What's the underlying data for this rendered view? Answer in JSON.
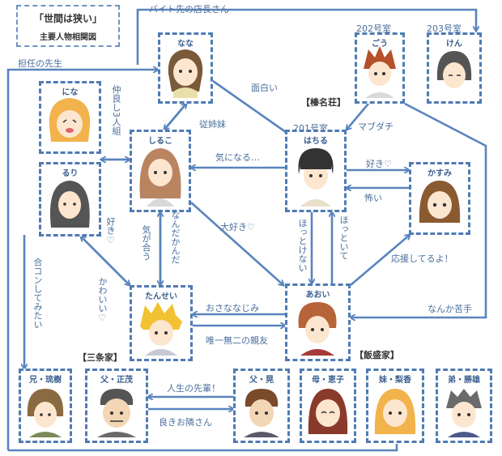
{
  "header": {
    "title": "「世間は狭い」",
    "subtitle": "主要人物相関図"
  },
  "sections": {
    "haruna": "【榛名荘】",
    "sanjo": "【三条家】",
    "iimori": "【飯盛家】"
  },
  "rooms": {
    "r201": "201号室",
    "r202": "202号室",
    "r203": "203号室"
  },
  "characters": {
    "nana": "なな",
    "nina": "にな",
    "ruri": "るり",
    "shiroko": "しるこ",
    "hachiru": "はちる",
    "kasumi": "かすみ",
    "tansei": "たんせい",
    "aoi": "あおい",
    "gou": "ごう",
    "ken": "けん",
    "ani_ryuju": "兄・琉樹",
    "chichi_masashige": "父・正茂",
    "chichi_akira": "父・晃",
    "haha_keiko": "母・恵子",
    "imouto_rika": "妹・梨香",
    "otouto_katsuo": "弟・勝雄"
  },
  "relations": {
    "tenchou": "バイト先の店長さん",
    "tannin": "担任の先生",
    "omoshiroi": "面白い",
    "itoko": "従姉妹",
    "nakayoshi": "仲良し3人組",
    "kininaru": "気になる…",
    "mabudachi": "マブダチ",
    "suki_kasumi": "好き♡",
    "kowai": "怖い",
    "daisuki": "大好き♡",
    "kigaau": "気が合う",
    "nandakanda": "なんだかんだ",
    "suki_ruri": "好き♡",
    "kawaii": "かわいい♡",
    "goukon": "合コンしてみたい",
    "hottokenai": "ほっとけない",
    "hottoite": "ほっといて",
    "ouen": "応援してるよ！",
    "osananajimi": "おさななじみ",
    "yuiitsu": "唯一無二の親友",
    "nanka_nigate": "なんか苦手",
    "jinsei_senpai": "人生の先輩！",
    "yoki_rinjin": "良きお隣さん"
  },
  "colors": {
    "line": "#5a84bd",
    "card_border": "#4f7bb3",
    "label": "#4a6f9c"
  }
}
